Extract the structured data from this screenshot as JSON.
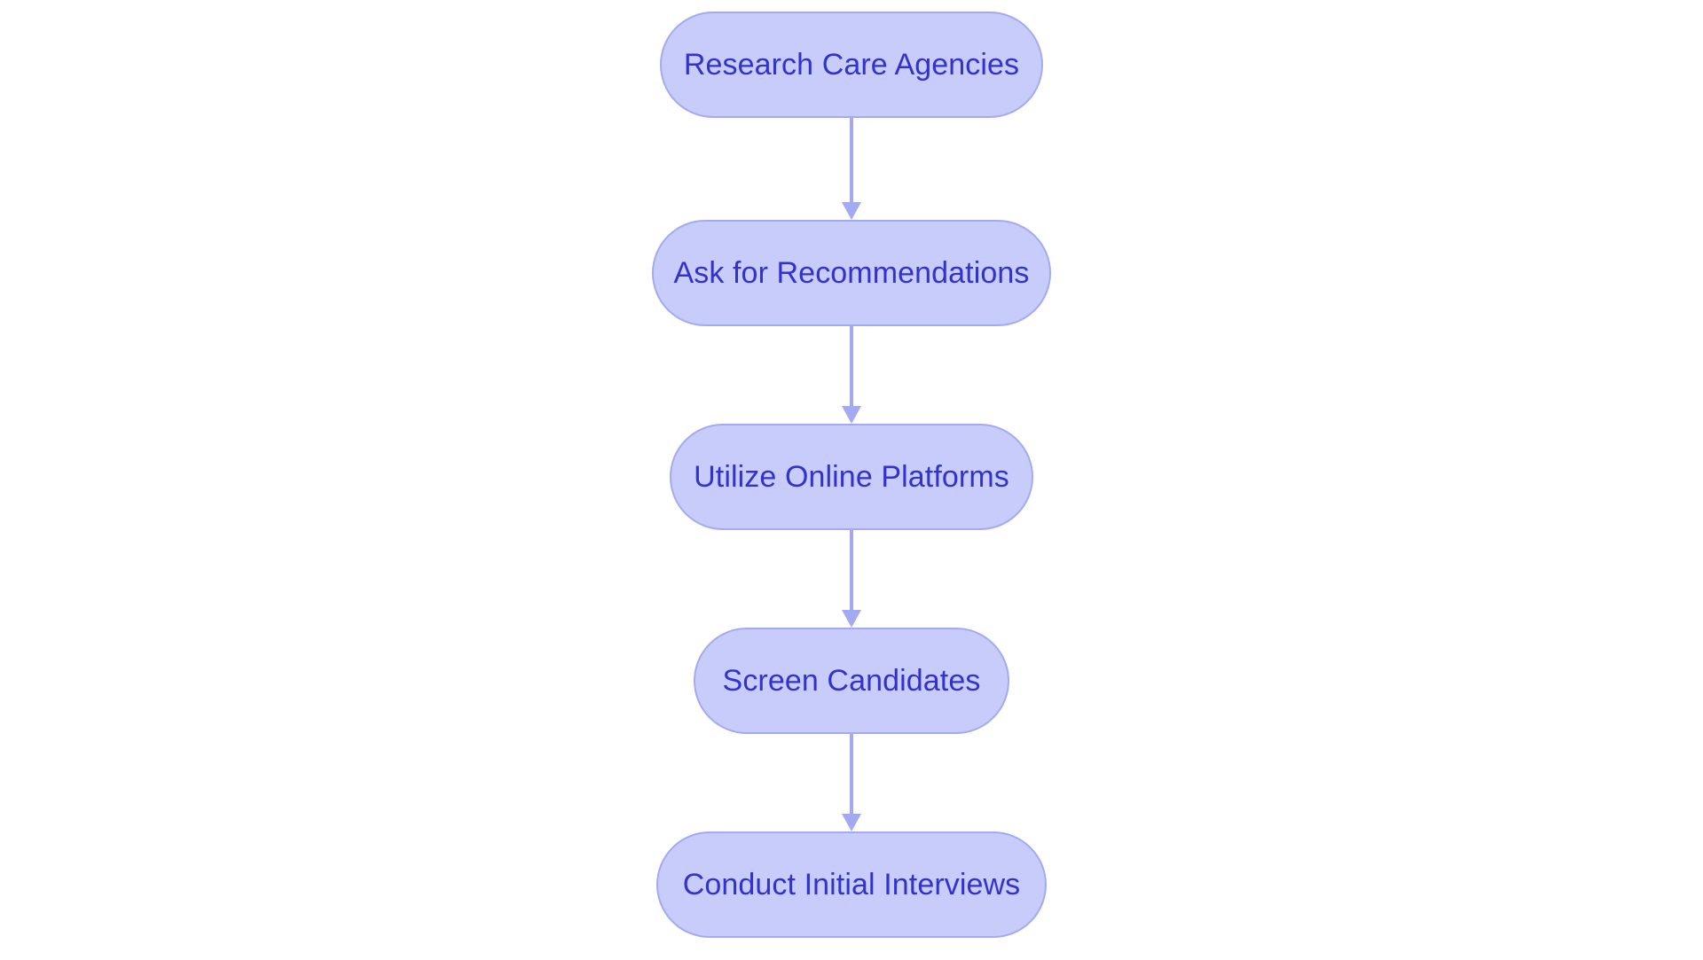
{
  "diagram": {
    "type": "flowchart",
    "orientation": "vertical-top-to-bottom",
    "title": "",
    "background_color": "#ffffff",
    "node_style": {
      "shape": "pill",
      "fill_color": "#c8ccfb",
      "border_color": "#a3aaf2",
      "text_color": "#3232cc"
    },
    "edge_style": {
      "line_color": "#a3aaf2",
      "arrowhead": "filled-triangle",
      "arrowhead_color": "#a3aaf2"
    },
    "nodes": [
      {
        "id": "node-1",
        "label": "Research Care Agencies"
      },
      {
        "id": "node-2",
        "label": "Ask for Recommendations"
      },
      {
        "id": "node-3",
        "label": "Utilize Online Platforms"
      },
      {
        "id": "node-4",
        "label": "Screen Candidates"
      },
      {
        "id": "node-5",
        "label": "Conduct Initial Interviews"
      }
    ],
    "edges": [
      {
        "id": "edge-1",
        "from": "node-1",
        "to": "node-2",
        "label": ""
      },
      {
        "id": "edge-2",
        "from": "node-2",
        "to": "node-3",
        "label": ""
      },
      {
        "id": "edge-3",
        "from": "node-3",
        "to": "node-4",
        "label": ""
      },
      {
        "id": "edge-4",
        "from": "node-4",
        "to": "node-5",
        "label": ""
      }
    ]
  }
}
